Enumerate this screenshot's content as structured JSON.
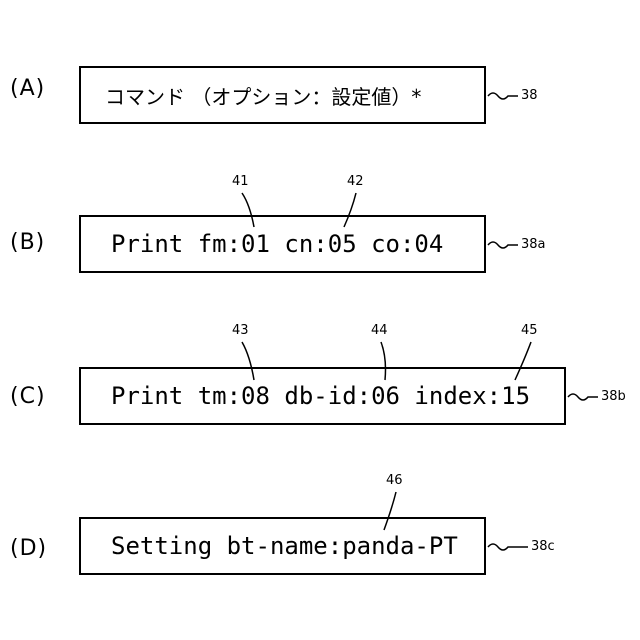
{
  "panels": [
    {
      "label": "(A)",
      "content": "コマンド （オプション：設定値）*",
      "ref": "38"
    },
    {
      "label": "(B)",
      "content": "Print fm:01 cn:05 co:04",
      "ref": "38a",
      "callouts": [
        "41",
        "42"
      ]
    },
    {
      "label": "(C)",
      "content": "Print tm:08 db-id:06 index:15",
      "ref": "38b",
      "callouts": [
        "43",
        "44",
        "45"
      ]
    },
    {
      "label": "(D)",
      "content": "Setting bt-name:panda-PT",
      "ref": "38c",
      "callouts": [
        "46"
      ]
    }
  ]
}
